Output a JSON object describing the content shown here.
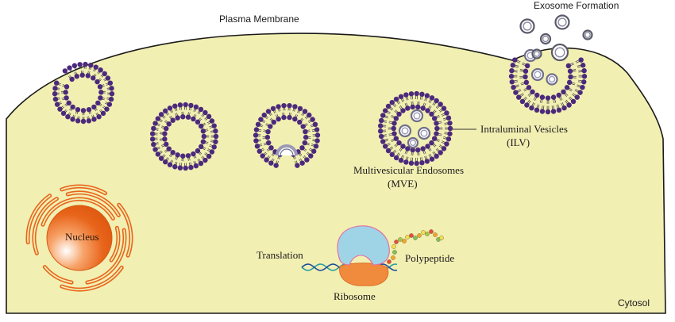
{
  "labels": {
    "plasma_membrane": "Plasma Membrane",
    "exosome_formation": "Exosome Formation",
    "ilv_line1": "Intraluminal Vesicles",
    "ilv_line2": "(ILV)",
    "mve_line1": "Multivesicular Endosomes",
    "mve_line2": "(MVE)",
    "nucleus": "Nucleus",
    "translation": "Translation",
    "polypeptide": "Polypeptide",
    "ribosome": "Ribosome",
    "cytosol": "Cytosol"
  },
  "colors": {
    "cytosol_fill": "#f2efb3",
    "membrane_outline": "#1a1a1a",
    "lipid_head": "#4b2a7c",
    "nucleus": "#e8651b",
    "envelope": "#e8651b",
    "ribosome_small": "#f08a3c",
    "ribosome_large": "#9fd3e6",
    "mrna_strand_1": "#2a9d9d",
    "mrna_strand_2": "#1d4d9a"
  },
  "polypeptide_bead_colors": [
    "#e84c3d",
    "#f4a62a",
    "#7cc35a",
    "#f4e04d",
    "#e84c3d",
    "#a3c94e",
    "#f4a62a",
    "#f4e04d",
    "#e84c3d",
    "#7cc35a",
    "#f4a62a",
    "#f4e04d",
    "#a3c94e",
    "#e84c3d",
    "#f4a62a",
    "#7cc35a",
    "#f4e04d"
  ]
}
